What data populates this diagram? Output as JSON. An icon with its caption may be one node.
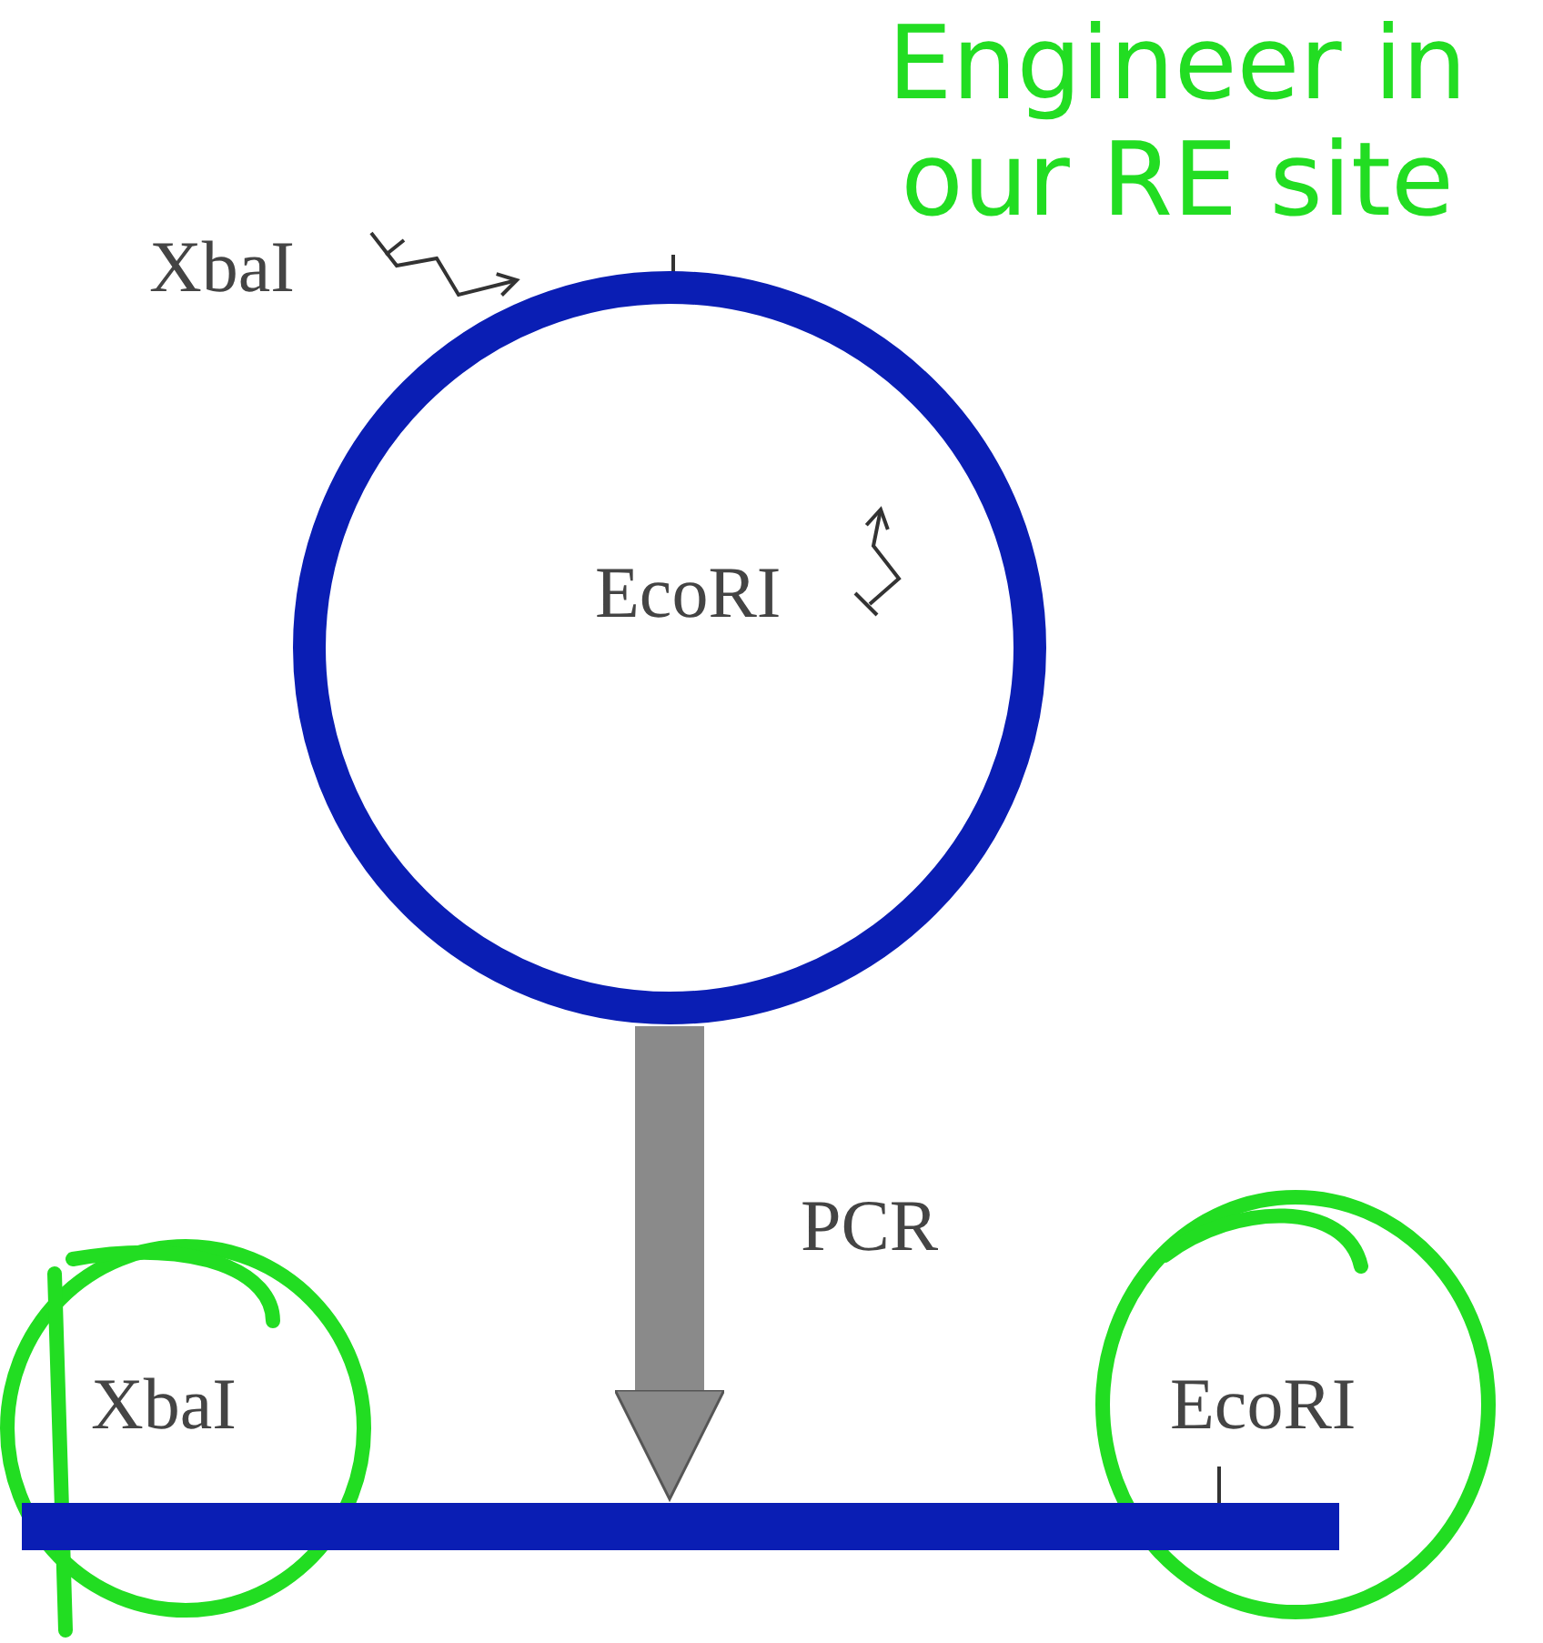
{
  "diagram": {
    "nodes": [
      {
        "text": [],
        "shape": "circle"
      },
      {
        "text": [],
        "shape": "bar"
      }
    ],
    "edges": [
      {
        "from": 0,
        "to": 1,
        "arrow": "to",
        "label": "PCR"
      }
    ],
    "labels": [
      "Engineer in our RE site",
      "XbaI",
      "EcoRI",
      "XbaI",
      "EcoRI"
    ]
  }
}
